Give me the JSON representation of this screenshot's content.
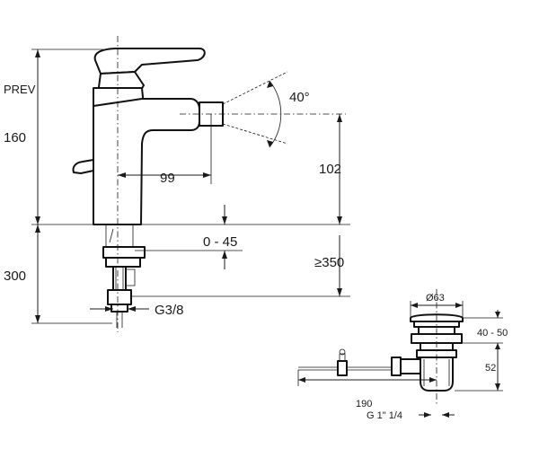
{
  "labels": {
    "prev": "PREV",
    "h160": "160",
    "h300": "300",
    "d99": "99",
    "d102": "102",
    "range045": "0 - 45",
    "min350": "≥350",
    "angle40": "40°",
    "g38": "G3/8",
    "dia63": "Ø63",
    "r4050": "40 - 50",
    "h52": "52",
    "d190": "190",
    "g114": "G 1\" 1/4"
  }
}
